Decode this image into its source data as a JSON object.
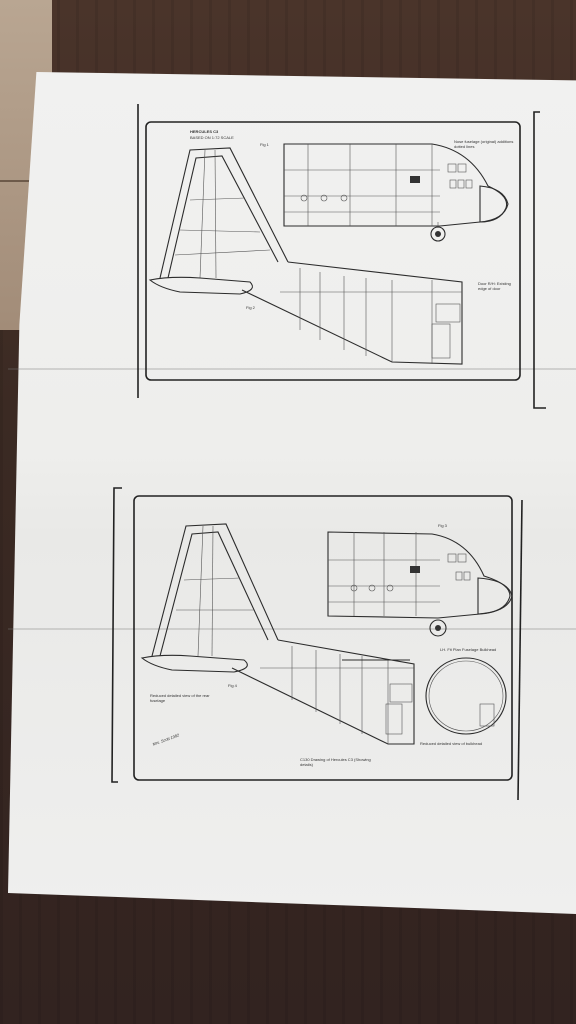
{
  "scene": {
    "description_kind": "photograph",
    "subject": "printed plan sheet on wooden floor"
  },
  "sheet": {
    "top_panel": {
      "title": "HERCULES C3",
      "scale": "BASED ON 1:72 SCALE",
      "fig1": "Fig 1",
      "fig2": "Fig 2",
      "note_nose": "Nose fuselage (original) additions dotted lines",
      "note_side": "Door R/H: Existing edge of door"
    },
    "bottom_panel": {
      "fig3": "Fig 3",
      "fig4": "Fig 4",
      "note_bulkhead": "LH. Fit Plan Fuselage Bulkhead",
      "note_tail": "Reduced detailed view of the rear fuselage",
      "note_ramp": "Reduced detailed view of bulkhead",
      "note_bottom": "C130 Drawing of Hercules C3 (Showing details)",
      "signature": "Mrs. Scott 1982"
    }
  },
  "colors": {
    "paper": "#eeeeec",
    "ink": "#2c2c2c",
    "wood": "#3b2a23"
  }
}
